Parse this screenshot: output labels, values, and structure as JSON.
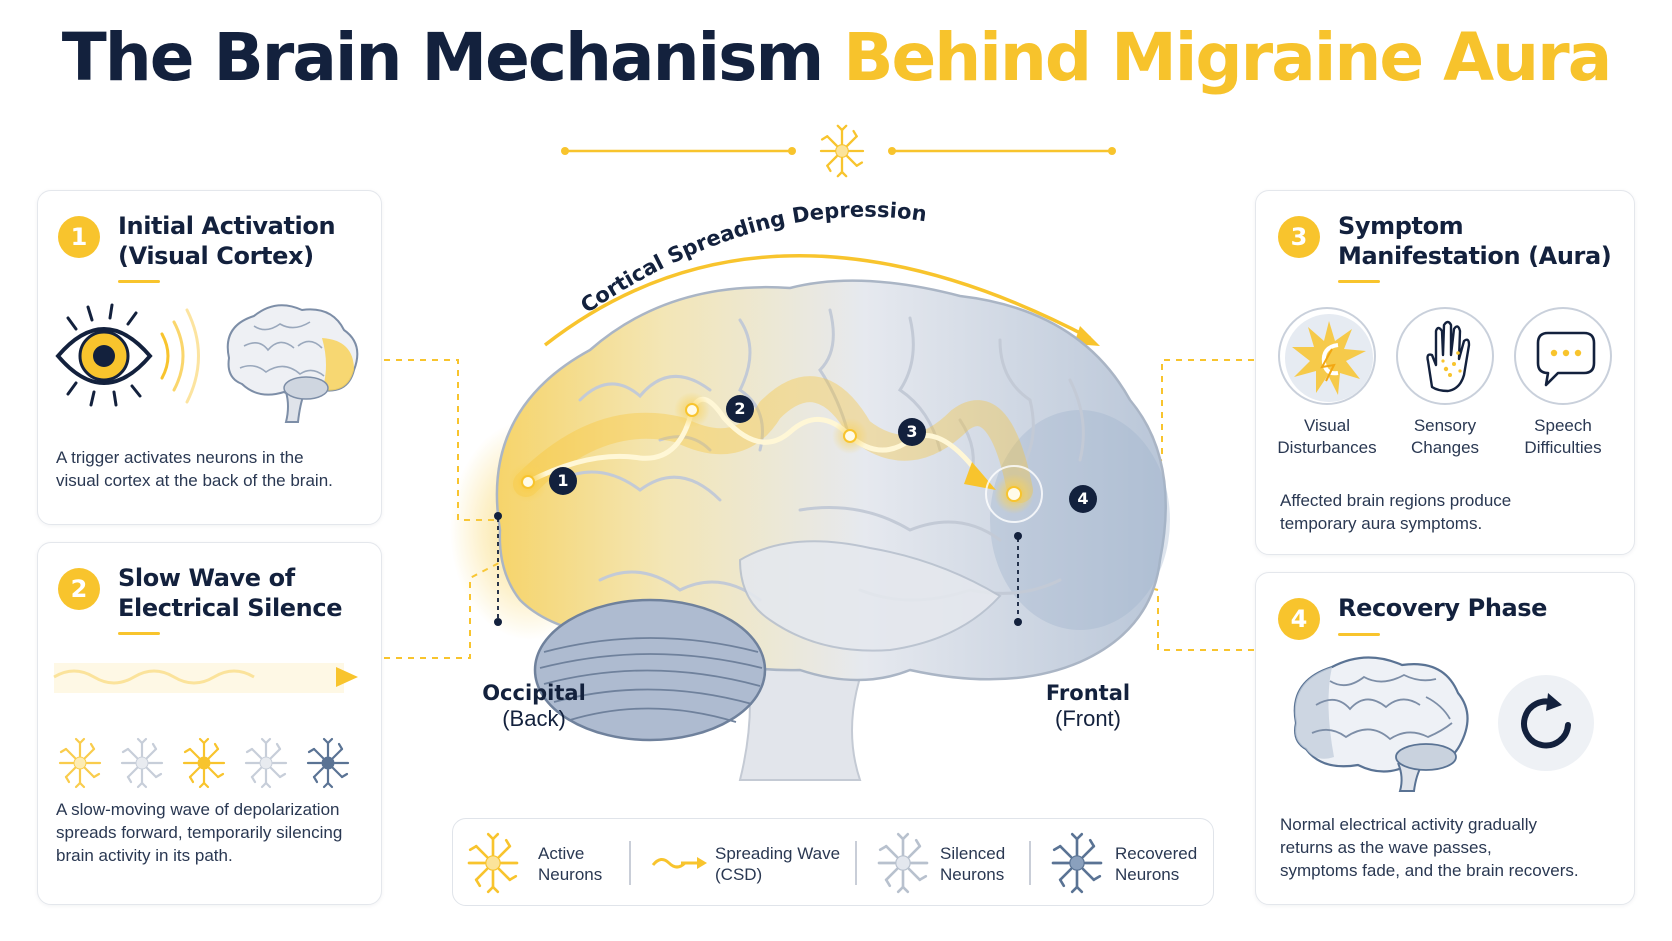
{
  "header": {
    "title_dark": "The Brain Mechanism",
    "title_gold": "Behind Migraine Aura"
  },
  "colors": {
    "accent_gold": "#f8c42d",
    "navy": "#13213d",
    "steel_blue": "#5a7394",
    "brain_gray": "#dfe3ea"
  },
  "steps": [
    {
      "number": "1",
      "title_line1": "Initial Activation",
      "title_line2": "(Visual Cortex)",
      "description_line1": "A trigger activates neurons in the",
      "description_line2": "visual cortex at the back of the brain.",
      "icons": [
        "eye-icon",
        "signal-waves-icon",
        "brain-icon"
      ]
    },
    {
      "number": "2",
      "title_line1": "Slow Wave of",
      "title_line2": "Electrical Silence",
      "description_line1": "A slow-moving wave of depolarization",
      "description_line2": "spreads forward, temporarily silencing",
      "description_line3": "brain activity in its path.",
      "icons": [
        "wave-arrow-icon",
        "neuron-icon"
      ]
    },
    {
      "number": "3",
      "title_line1": "Symptom",
      "title_line2": "Manifestation (Aura)",
      "symptoms": [
        {
          "line1": "Visual",
          "line2": "Disturbances",
          "icon": "visual-disturbance-icon"
        },
        {
          "line1": "Sensory",
          "line2": "Changes",
          "icon": "hand-tingling-icon"
        },
        {
          "line1": "Speech",
          "line2": "Difficulties",
          "icon": "speech-bubble-icon"
        }
      ],
      "description_line1": "Affected brain regions produce",
      "description_line2": "temporary aura symptoms."
    },
    {
      "number": "4",
      "title_line1": "Recovery Phase",
      "description_line1": "Normal electrical activity gradually",
      "description_line2": "returns as the wave passes,",
      "description_line3": "symptoms fade, and the brain recovers.",
      "icons": [
        "brain-icon",
        "refresh-icon"
      ]
    }
  ],
  "center": {
    "arc_label": "Cortical Spreading Depression",
    "wave_points": [
      "1",
      "2",
      "3",
      "4"
    ],
    "occipital_title": "Occipital",
    "occipital_sub": "(Back)",
    "frontal_title": "Frontal",
    "frontal_sub": "(Front)"
  },
  "legend": [
    {
      "line1": "Active",
      "line2": "Neurons",
      "icon": "active-neuron-icon"
    },
    {
      "line1": "Spreading Wave",
      "line2": "(CSD)",
      "icon": "spreading-wave-icon"
    },
    {
      "line1": "Silenced",
      "line2": "Neurons",
      "icon": "silenced-neuron-icon"
    },
    {
      "line1": "Recovered",
      "line2": "Neurons",
      "icon": "recovered-neuron-icon"
    }
  ]
}
